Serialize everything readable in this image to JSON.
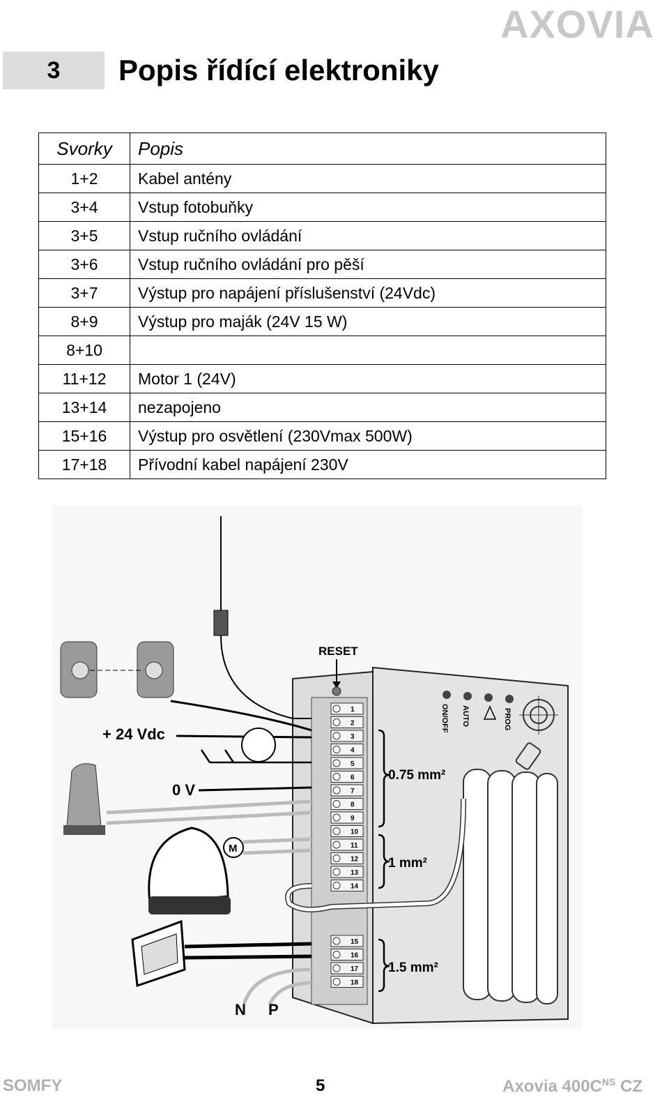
{
  "logo": "AXOVIA",
  "chapter": {
    "number": "3",
    "title": "Popis řídící elektroniky"
  },
  "table": {
    "headers": [
      "Svorky",
      "Popis"
    ],
    "rows": [
      [
        "1+2",
        "Kabel antény"
      ],
      [
        "3+4",
        "Vstup fotobuňky"
      ],
      [
        "3+5",
        "Vstup ručního ovládání"
      ],
      [
        "3+6",
        "Vstup ručního ovládání pro pěší"
      ],
      [
        "3+7",
        "Výstup pro napájení příslušenství (24Vdc)"
      ],
      [
        "8+9",
        "Výstup pro maják (24V 15 W)"
      ],
      [
        "8+10",
        ""
      ],
      [
        "11+12",
        "Motor 1 (24V)"
      ],
      [
        "13+14",
        "nezapojeno"
      ],
      [
        "15+16",
        "Výstup pro osvětlení (230Vmax 500W)"
      ],
      [
        "17+18",
        "Přívodní kabel napájení 230V"
      ]
    ]
  },
  "diagram": {
    "reset": "RESET",
    "supply_plus": "+ 24 Vdc",
    "supply_zero": "0 V",
    "wire_075": "0.75 mm²",
    "wire_1": "1 mm²",
    "wire_15": "1.5 mm²",
    "mains_n": "N",
    "mains_p": "P",
    "motor": "M",
    "leds": [
      "ON/OFF",
      "AUTO",
      "",
      "PROG"
    ],
    "terminals": [
      "1",
      "2",
      "3",
      "4",
      "5",
      "6",
      "7",
      "8",
      "9",
      "10",
      "11",
      "12",
      "13",
      "14",
      "15",
      "16",
      "17",
      "18"
    ]
  },
  "footer": {
    "left": "SOMFY",
    "page": "5",
    "model": "Axovia 400C",
    "model_sup": "NS",
    "lang": "CZ"
  }
}
